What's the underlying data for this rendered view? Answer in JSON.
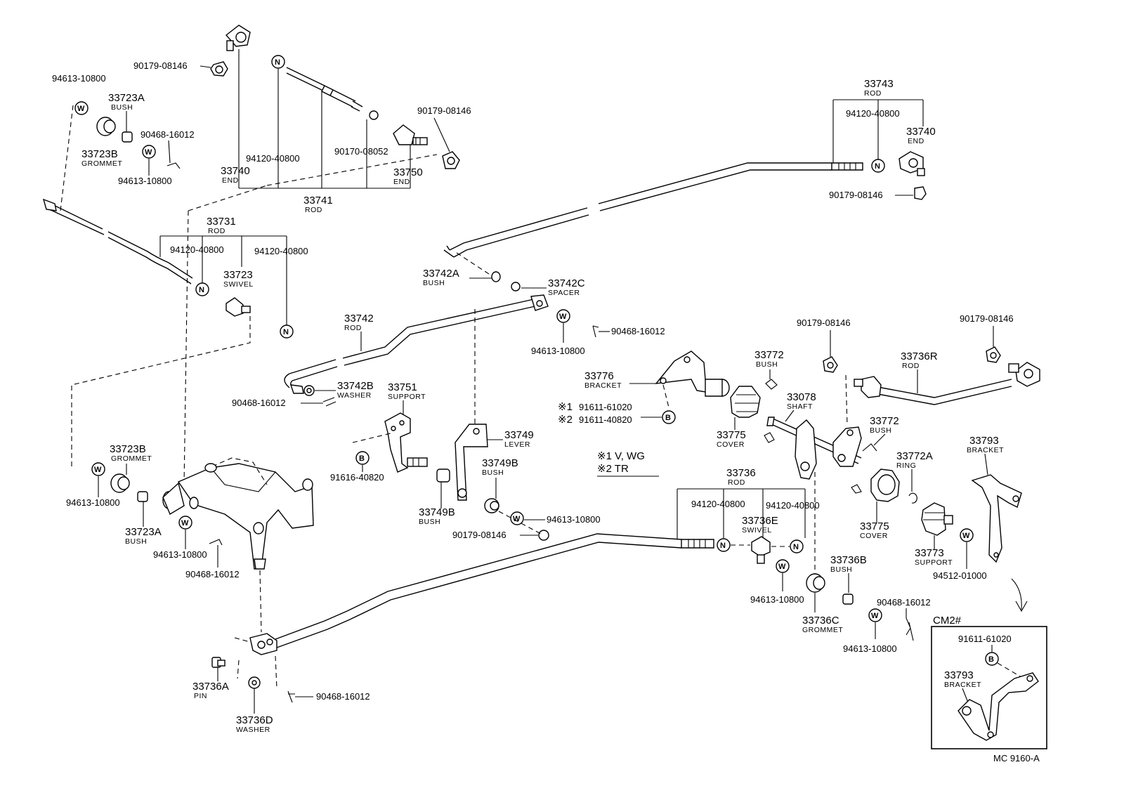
{
  "labels": {
    "p90179_tl": "90179-08146",
    "p94613_tl": "94613-10800",
    "p33723A_t": "33723A",
    "bush_t1": "BUSH",
    "p33723B_t": "33723B",
    "grommet_t1": "GROMMET",
    "p90468_t1": "90468-16012",
    "p94613_t2": "94613-10800",
    "p94120_t1": "94120-40800",
    "p33740_l": "33740",
    "end_l": "END",
    "p33741": "33741",
    "rod_33741": "ROD",
    "p90170": "90170-08052",
    "p90179_tc": "90179-08146",
    "p33750": "33750",
    "end_33750": "END",
    "p33731": "33731",
    "rod_33731": "ROD",
    "p94120_a": "94120-40800",
    "p94120_b": "94120-40800",
    "p33723_s": "33723",
    "swivel_1": "SWIVEL",
    "p33743": "33743",
    "rod_33743": "ROD",
    "p94120_r": "94120-40800",
    "p33740_r": "33740",
    "end_r": "END",
    "p90179_r": "90179-08146",
    "p33742A": "33742A",
    "bush_42A": "BUSH",
    "p33742C": "33742C",
    "spacer": "SPACER",
    "p33742": "33742",
    "rod_33742": "ROD",
    "p90468_m": "90468-16012",
    "p94613_m": "94613-10800",
    "p33742B": "33742B",
    "washer_1": "WASHER",
    "p33751": "33751",
    "support_1": "SUPPORT",
    "p90468_l": "90468-16012",
    "p33749": "33749",
    "lever": "LEVER",
    "p91616": "91616-40820",
    "p33749B_a": "33749B",
    "bush_49a": "BUSH",
    "p33749B_b": "33749B",
    "bush_49b": "BUSH",
    "p94613_c": "94613-10800",
    "p90179_c": "90179-08146",
    "p33723B_b": "33723B",
    "grommet_b": "GROMMET",
    "p94613_b": "94613-10800",
    "p33723A_b": "33723A",
    "bush_b": "BUSH",
    "p94613_b2": "94613-10800",
    "p90468_b": "90468-16012",
    "p33776": "33776",
    "bracket_76": "BRACKET",
    "mark1": "※1",
    "mark2": "※2",
    "p91611_61020": "91611-61020",
    "p91611_40820": "91611-40820",
    "note1": "※1 V, WG",
    "note2": "※2 TR",
    "p90179_rc": "90179-08146",
    "p33772": "33772",
    "bush_72": "BUSH",
    "p33775_a": "33775",
    "cover_a": "COVER",
    "p33078": "33078",
    "shaft": "SHAFT",
    "p90179_fr": "90179-08146",
    "p33736R": "33736R",
    "rod_36R": "ROD",
    "p33772_b": "33772",
    "bush_72b": "BUSH",
    "p33772A": "33772A",
    "ring": "RING",
    "p33793": "33793",
    "bracket_93": "BRACKET",
    "p33736": "33736",
    "rod_36": "ROD",
    "p94120_c1": "94120-40800",
    "p94120_c2": "94120-40800",
    "p33736E": "33736E",
    "swivel_2": "SWIVEL",
    "p33775_b": "33775",
    "cover_b": "COVER",
    "p33773": "33773",
    "support_73": "SUPPORT",
    "p94512": "94512-01000",
    "p94613_cc": "94613-10800",
    "p33736B": "33736B",
    "bush_36B": "BUSH",
    "p33736C": "33736C",
    "grommet_36C": "GROMMET",
    "p90468_rb": "90468-16012",
    "p94613_rb": "94613-10800",
    "p33736A": "33736A",
    "pin": "PIN",
    "p33736D": "33736D",
    "washer_2": "WASHER",
    "p90468_bb": "90468-16012",
    "cm2": "CM2#",
    "p91611_inset": "91611-61020",
    "p33793_inset": "33793",
    "bracket_inset": "BRACKET",
    "ref": "MC  9160-A",
    "sym_N": "N",
    "sym_W": "W",
    "sym_B": "B"
  }
}
